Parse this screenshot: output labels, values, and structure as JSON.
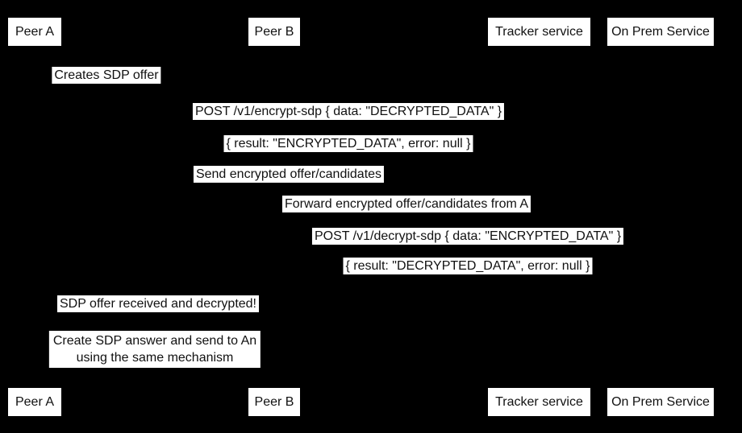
{
  "colors": {
    "background": "#000000",
    "box_fill": "#ffffff",
    "text": "#111111"
  },
  "actors": [
    {
      "label": "Peer A"
    },
    {
      "label": "Peer B"
    },
    {
      "label": "Tracker service"
    },
    {
      "label": "On Prem Service"
    }
  ],
  "messages": [
    {
      "text": "Creates SDP offer"
    },
    {
      "text": "POST /v1/encrypt-sdp { data: \"DECRYPTED_DATA\" }"
    },
    {
      "text": "{ result: \"ENCRYPTED_DATA\", error: null }"
    },
    {
      "text": "Send encrypted offer/candidates"
    },
    {
      "text": "Forward encrypted offer/candidates from A"
    },
    {
      "text": "POST /v1/decrypt-sdp { data: \"ENCRYPTED_DATA\" }"
    },
    {
      "text": "{ result: \"DECRYPTED_DATA\", error: null }"
    },
    {
      "text": "SDP offer received and decrypted!"
    }
  ],
  "note": {
    "line1": "Create SDP answer and send to An",
    "line2": "using the same mechanism"
  }
}
